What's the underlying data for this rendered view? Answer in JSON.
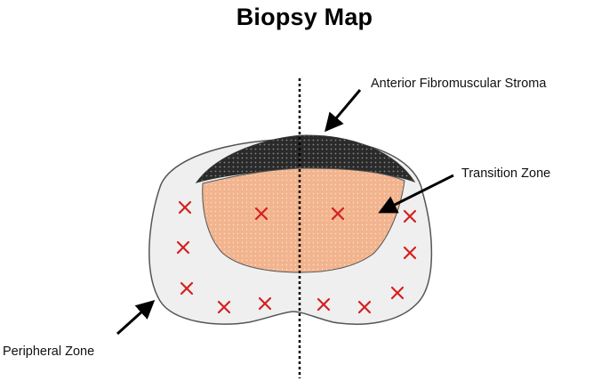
{
  "title": "Biopsy Map",
  "labels": {
    "anterior_fibromuscular_stroma": "Anterior Fibromuscular Stroma",
    "transition_zone": "Transition Zone",
    "peripheral_zone": "Peripheral Zone"
  },
  "colors": {
    "stroma": "#2a2a2a",
    "transition_zone": "#f2b48e",
    "peripheral_zone": "#efefef",
    "outline": "#555555",
    "biopsy_marker": "#d42020",
    "midline": "#000000"
  },
  "biopsy_sites": {
    "transition_zone_count": 2,
    "peripheral_zone_count": 10,
    "total": 12
  }
}
